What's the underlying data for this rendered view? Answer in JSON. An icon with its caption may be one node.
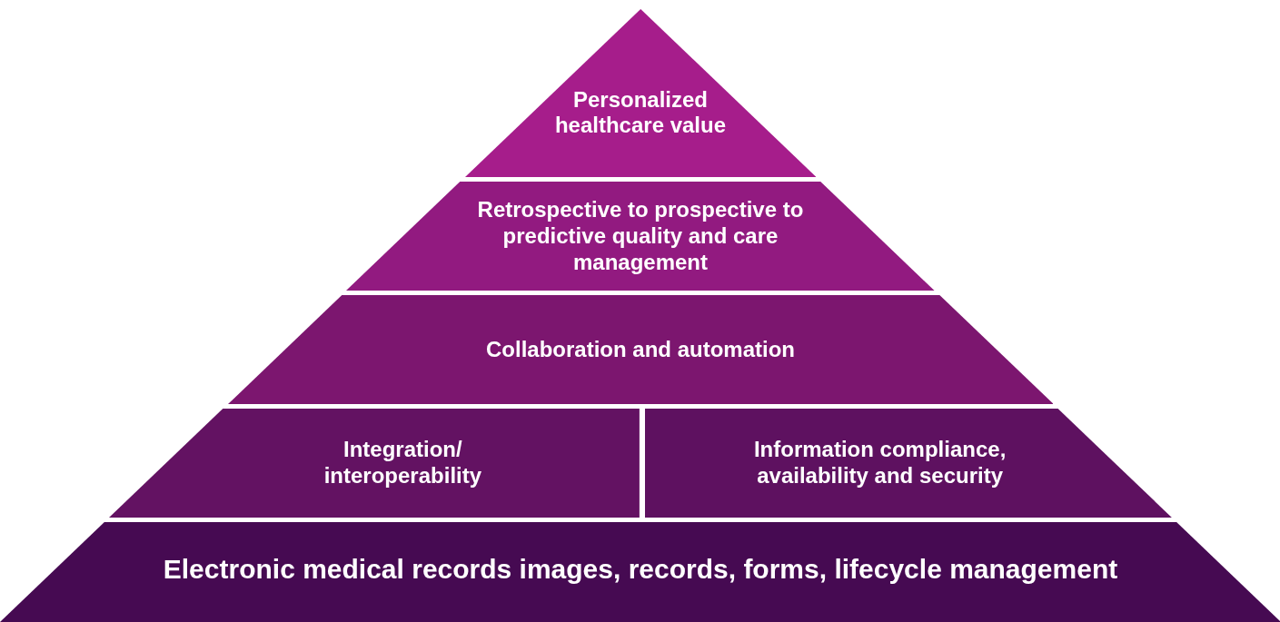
{
  "diagram": {
    "nodes": [
      {
        "text": [
          "Personalized healthcare value"
        ]
      },
      {
        "text": [
          "Retrospective to prospective to predictive quality and care management"
        ]
      },
      {
        "text": [
          "Collaboration and automation"
        ]
      },
      {
        "text": [
          "Integration/ interoperability"
        ]
      },
      {
        "text": [
          "Information compliance, availability and security"
        ]
      },
      {
        "text": [
          "Electronic medical records images, records, forms, lifecycle management"
        ]
      }
    ]
  }
}
